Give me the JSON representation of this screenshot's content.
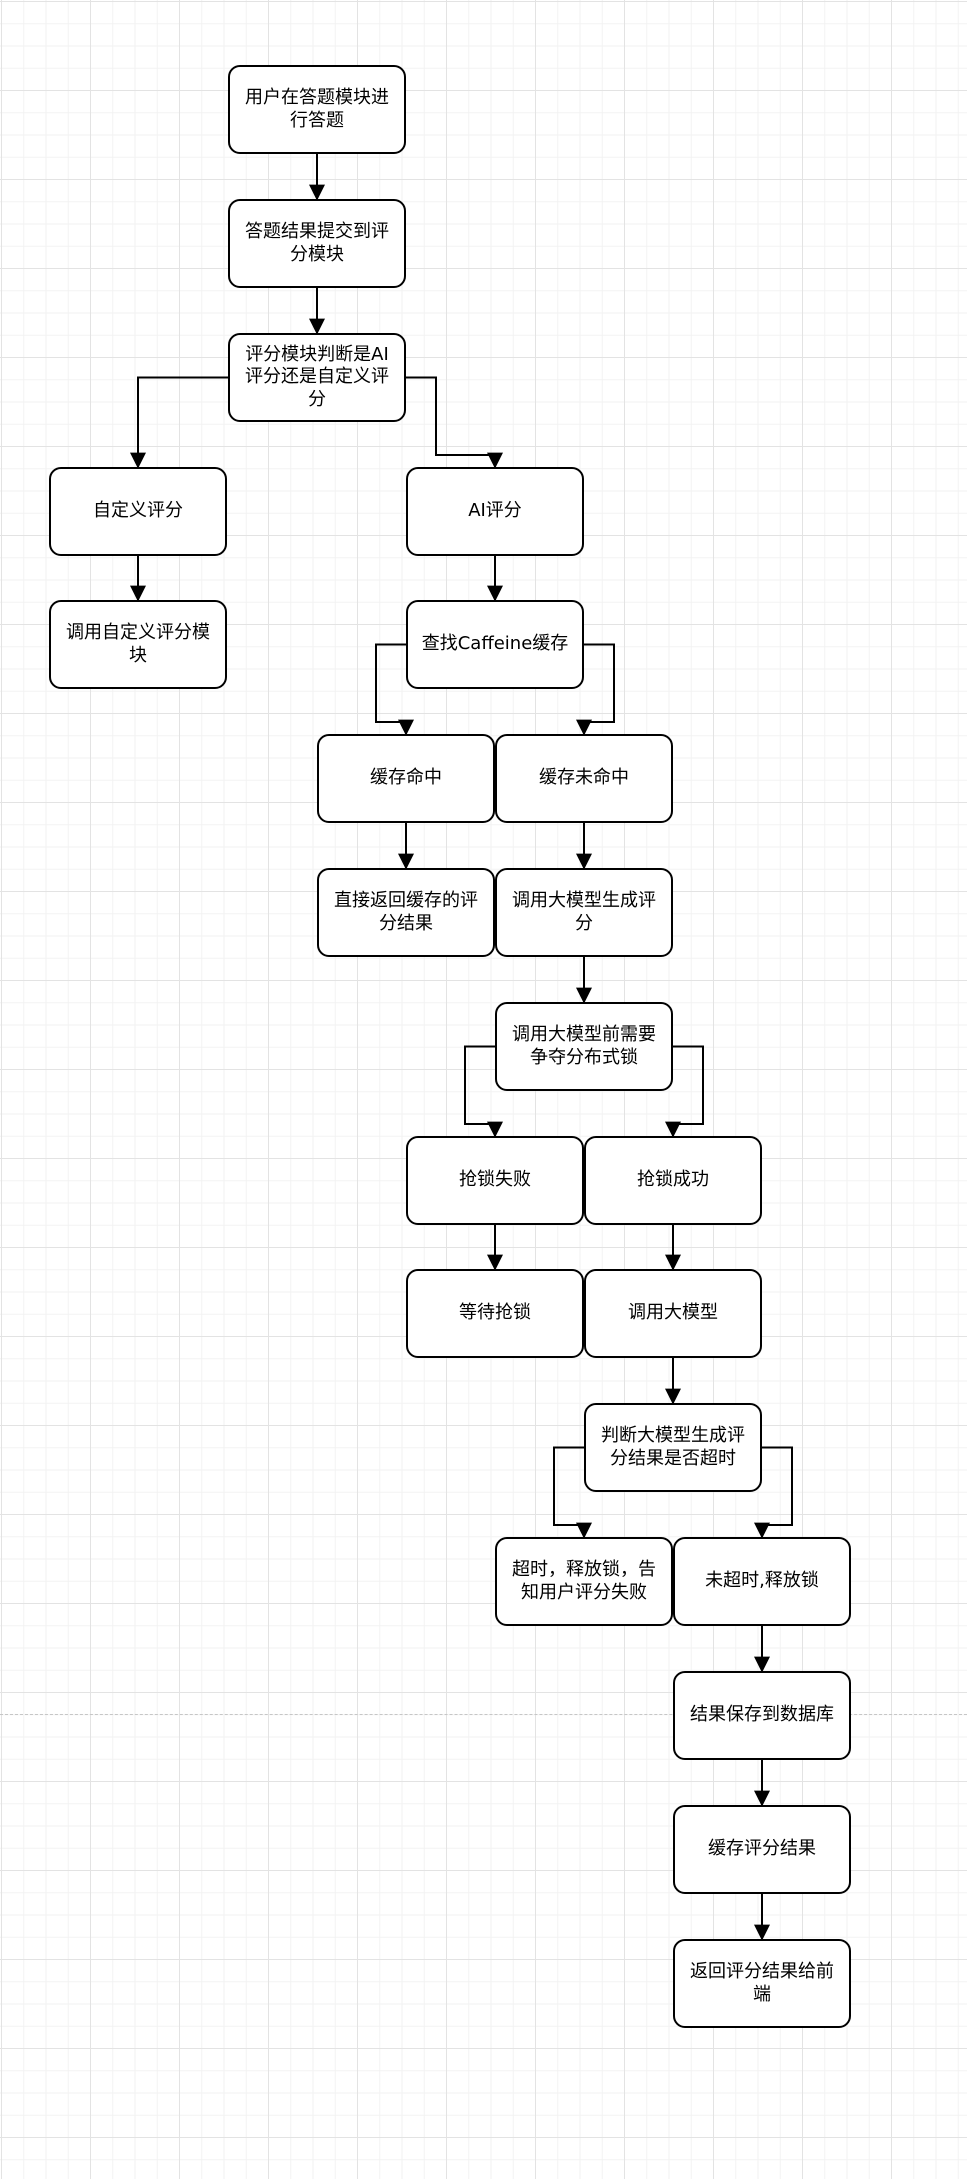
{
  "diagram": {
    "nodes": [
      {
        "id": "n1",
        "label": "用户在答题模块进行答题"
      },
      {
        "id": "n2",
        "label": "答题结果提交到评分模块"
      },
      {
        "id": "n3",
        "label": "评分模块判断是AI评分还是自定义评分"
      },
      {
        "id": "n4",
        "label": "自定义评分"
      },
      {
        "id": "n5",
        "label": "AI评分"
      },
      {
        "id": "n6",
        "label": "调用自定义评分模块"
      },
      {
        "id": "n7",
        "label": "查找Caffeine缓存"
      },
      {
        "id": "n8",
        "label": "缓存命中"
      },
      {
        "id": "n9",
        "label": "缓存未命中"
      },
      {
        "id": "n10",
        "label": "直接返回缓存的评分结果"
      },
      {
        "id": "n11",
        "label": "调用大模型生成评分"
      },
      {
        "id": "n12",
        "label": "调用大模型前需要争夺分布式锁"
      },
      {
        "id": "n13",
        "label": "抢锁失败"
      },
      {
        "id": "n14",
        "label": "抢锁成功"
      },
      {
        "id": "n15",
        "label": "等待抢锁"
      },
      {
        "id": "n16",
        "label": "调用大模型"
      },
      {
        "id": "n17",
        "label": "判断大模型生成评分结果是否超时"
      },
      {
        "id": "n18",
        "label": "超时，释放锁，告知用户评分失败"
      },
      {
        "id": "n19",
        "label": "未超时,释放锁"
      },
      {
        "id": "n20",
        "label": "结果保存到数据库"
      },
      {
        "id": "n21",
        "label": "缓存评分结果"
      },
      {
        "id": "n22",
        "label": "返回评分结果给前端"
      }
    ],
    "edges": [
      [
        "n1",
        "n2"
      ],
      [
        "n2",
        "n3"
      ],
      [
        "n3",
        "n4"
      ],
      [
        "n3",
        "n5"
      ],
      [
        "n4",
        "n6"
      ],
      [
        "n5",
        "n7"
      ],
      [
        "n7",
        "n8"
      ],
      [
        "n7",
        "n9"
      ],
      [
        "n8",
        "n10"
      ],
      [
        "n9",
        "n11"
      ],
      [
        "n11",
        "n12"
      ],
      [
        "n12",
        "n13"
      ],
      [
        "n12",
        "n14"
      ],
      [
        "n13",
        "n15"
      ],
      [
        "n14",
        "n16"
      ],
      [
        "n16",
        "n17"
      ],
      [
        "n17",
        "n18"
      ],
      [
        "n17",
        "n19"
      ],
      [
        "n19",
        "n20"
      ],
      [
        "n20",
        "n21"
      ],
      [
        "n21",
        "n22"
      ]
    ]
  }
}
